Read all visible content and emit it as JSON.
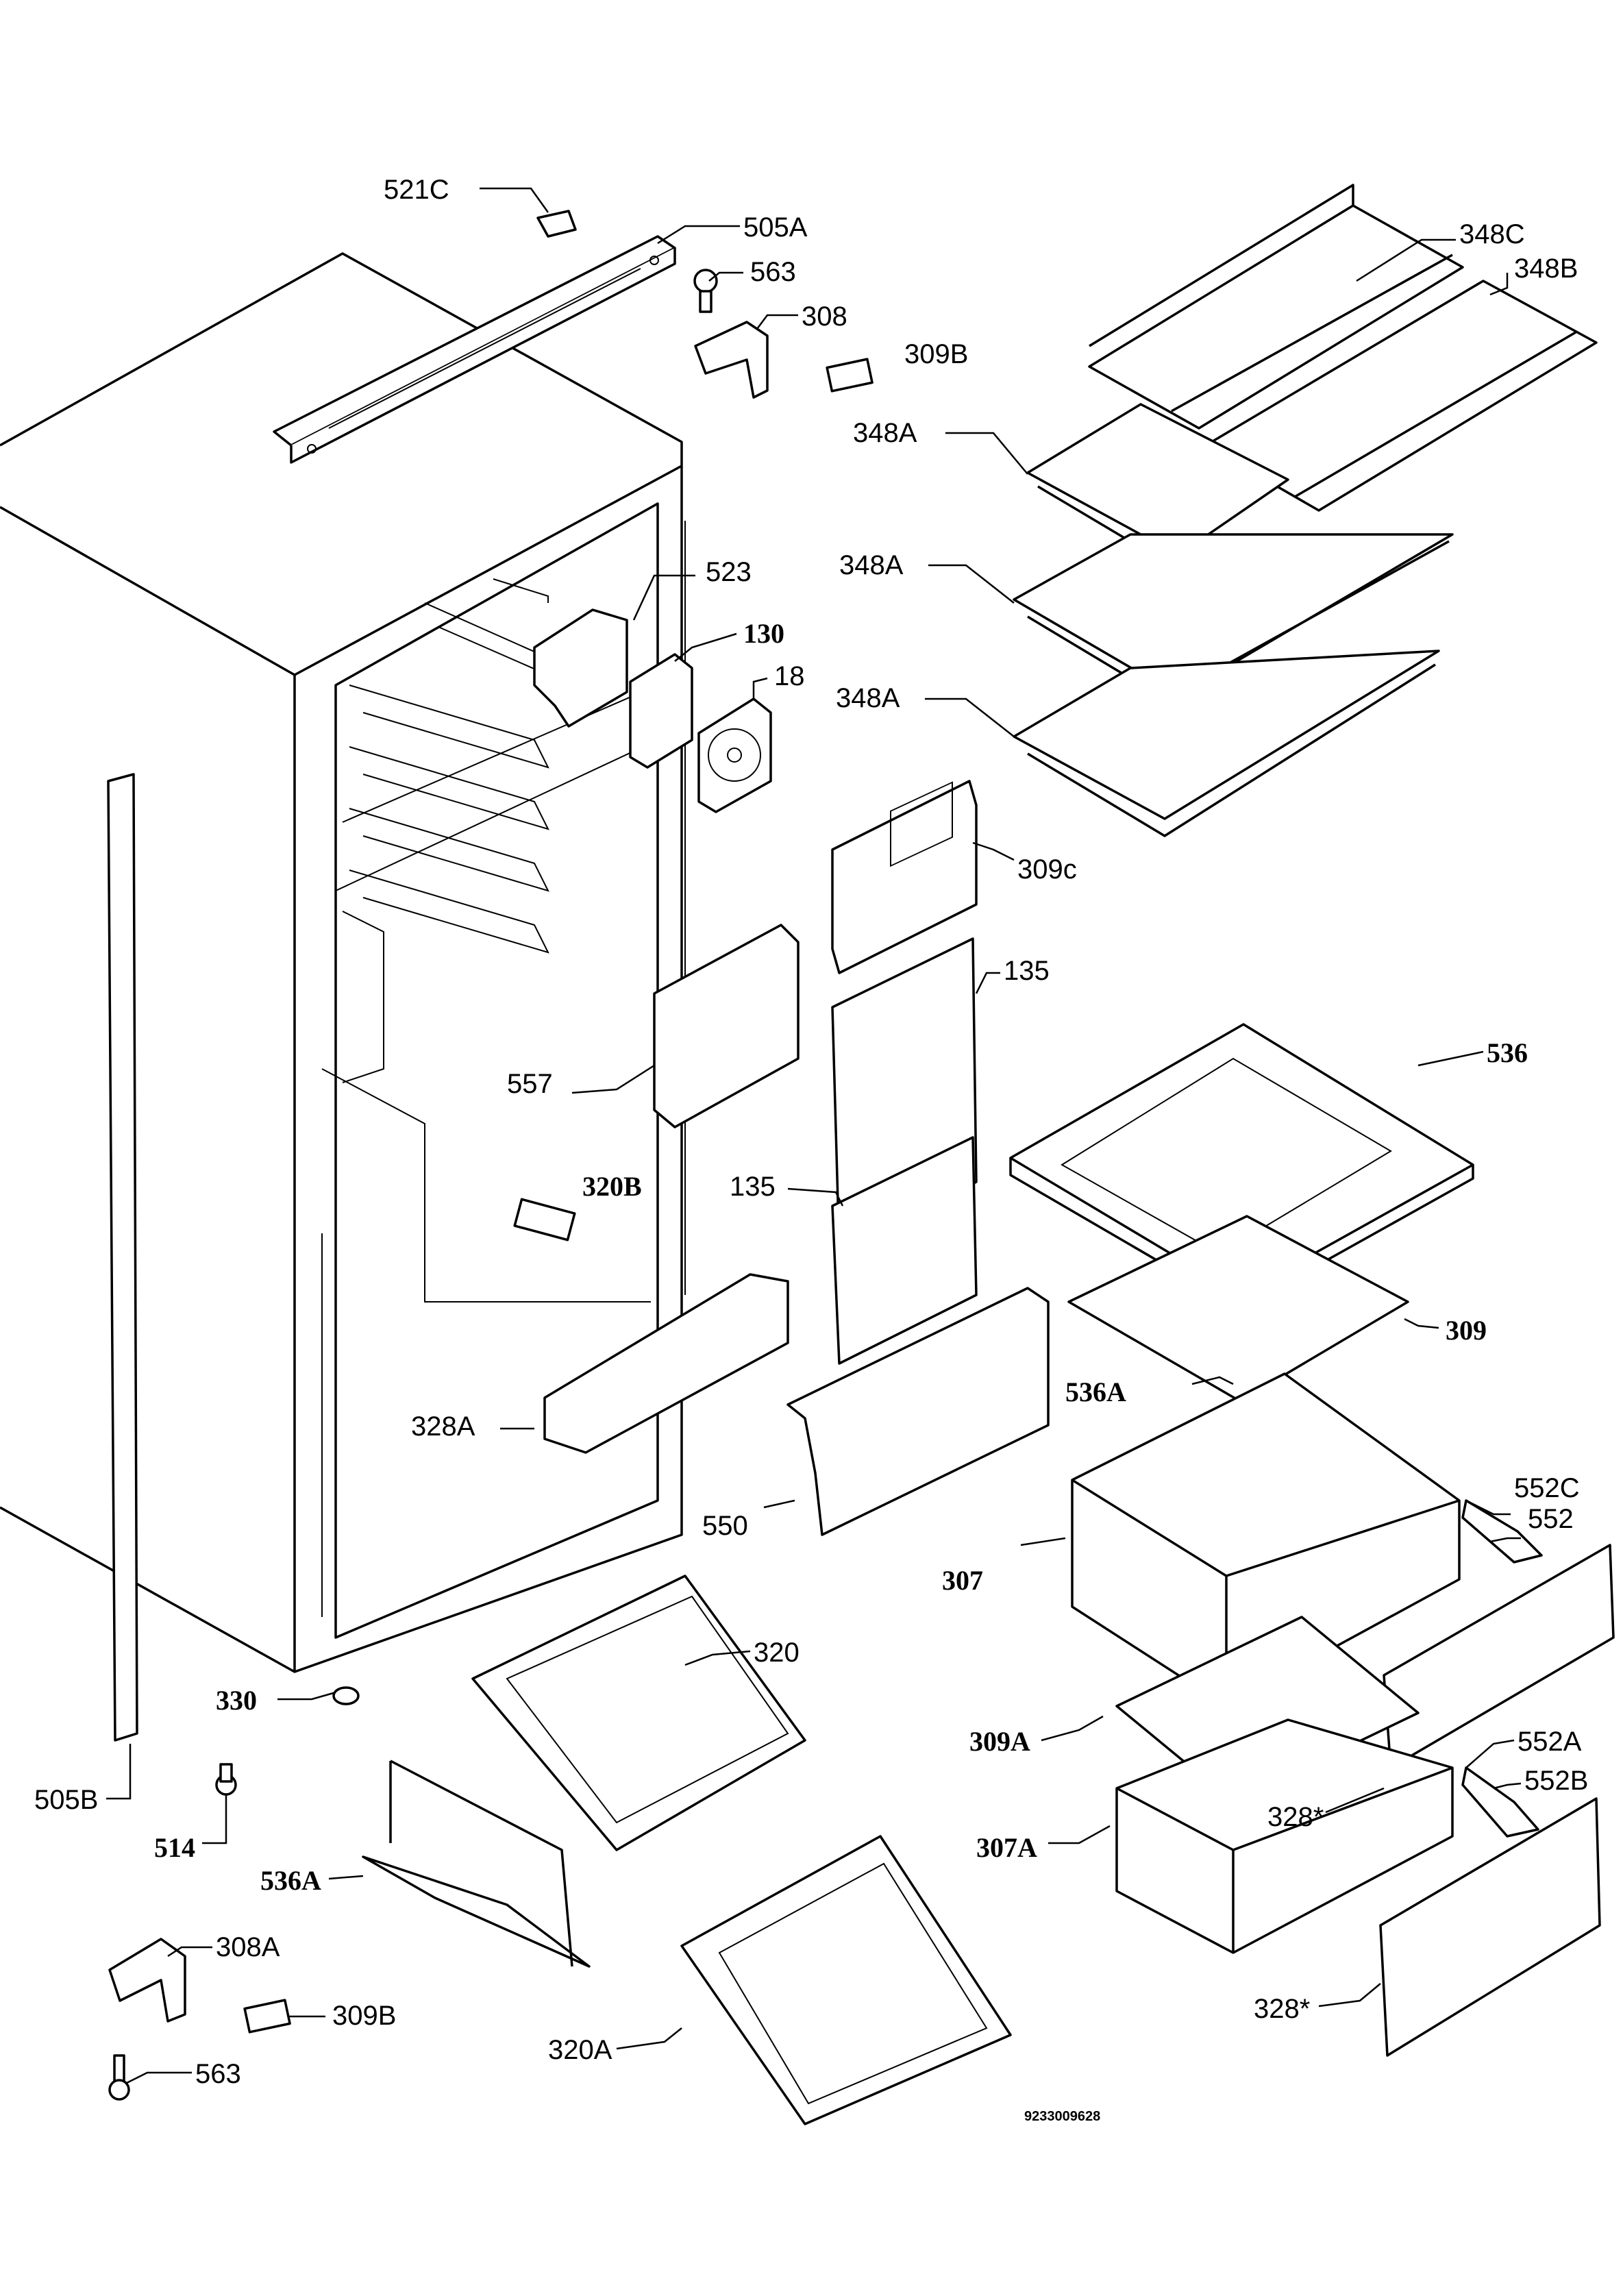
{
  "drawing_code": "9233009628",
  "labels": {
    "l521c": "521C",
    "l505a": "505A",
    "l563_top": "563",
    "l308": "308",
    "l309b_top": "309B",
    "l348c": "348C",
    "l348b": "348B",
    "l348a_1": "348A",
    "l348a_2": "348A",
    "l348a_3": "348A",
    "l523": "523",
    "l130": "130",
    "l18": "18",
    "l309c": "309c",
    "l135_1": "135",
    "l135_2": "135",
    "l557": "557",
    "l320b": "320B",
    "l536": "536",
    "l309": "309",
    "l536a": "536A",
    "l328a": "328A",
    "l550": "550",
    "l307": "307",
    "l552c": "552C",
    "l552": "552",
    "l320": "320",
    "l330": "330",
    "l309a": "309A",
    "l552a": "552A",
    "l552b": "552B",
    "l505b": "505B",
    "l328s_1": "328*",
    "l514": "514",
    "l307a": "307A",
    "l536a_2": "536A",
    "l308a": "308A",
    "l309b_bot": "309B",
    "l328s_2": "328*",
    "l320a": "320A",
    "l563_bot": "563"
  }
}
